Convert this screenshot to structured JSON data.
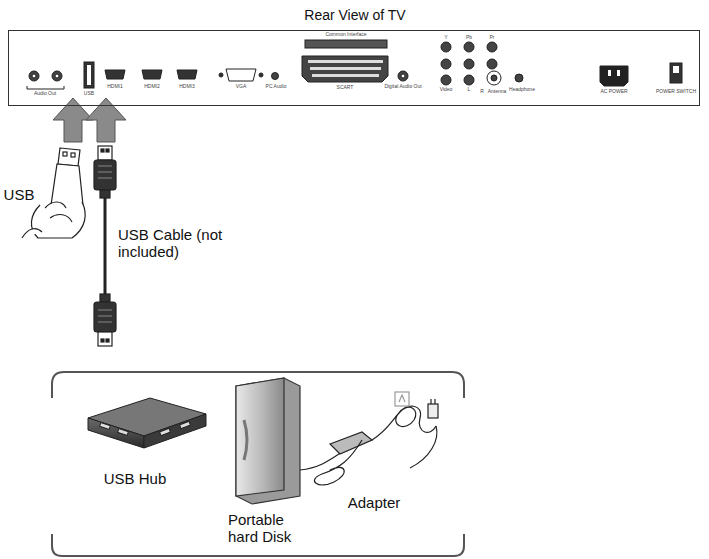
{
  "diagram": {
    "nodes": [
      {
        "text": [
          "Rear View of TV"
        ]
      }
    ],
    "labels": [
      "Audio Out",
      "USB",
      "HDMI1",
      "HDMI2",
      "HDMI3",
      "VGA",
      "PC Audio",
      "Common Interface",
      "SCART",
      "Digital Audio Out",
      "Y",
      "Pb",
      "Pr",
      "Video",
      "L",
      "R",
      "Antenna",
      "Headphone",
      "AC POWER",
      "POWER SWITCH",
      "USB",
      "USB Cable (not included)",
      "USB Hub",
      "Portable hard Disk",
      "Adapter"
    ]
  }
}
